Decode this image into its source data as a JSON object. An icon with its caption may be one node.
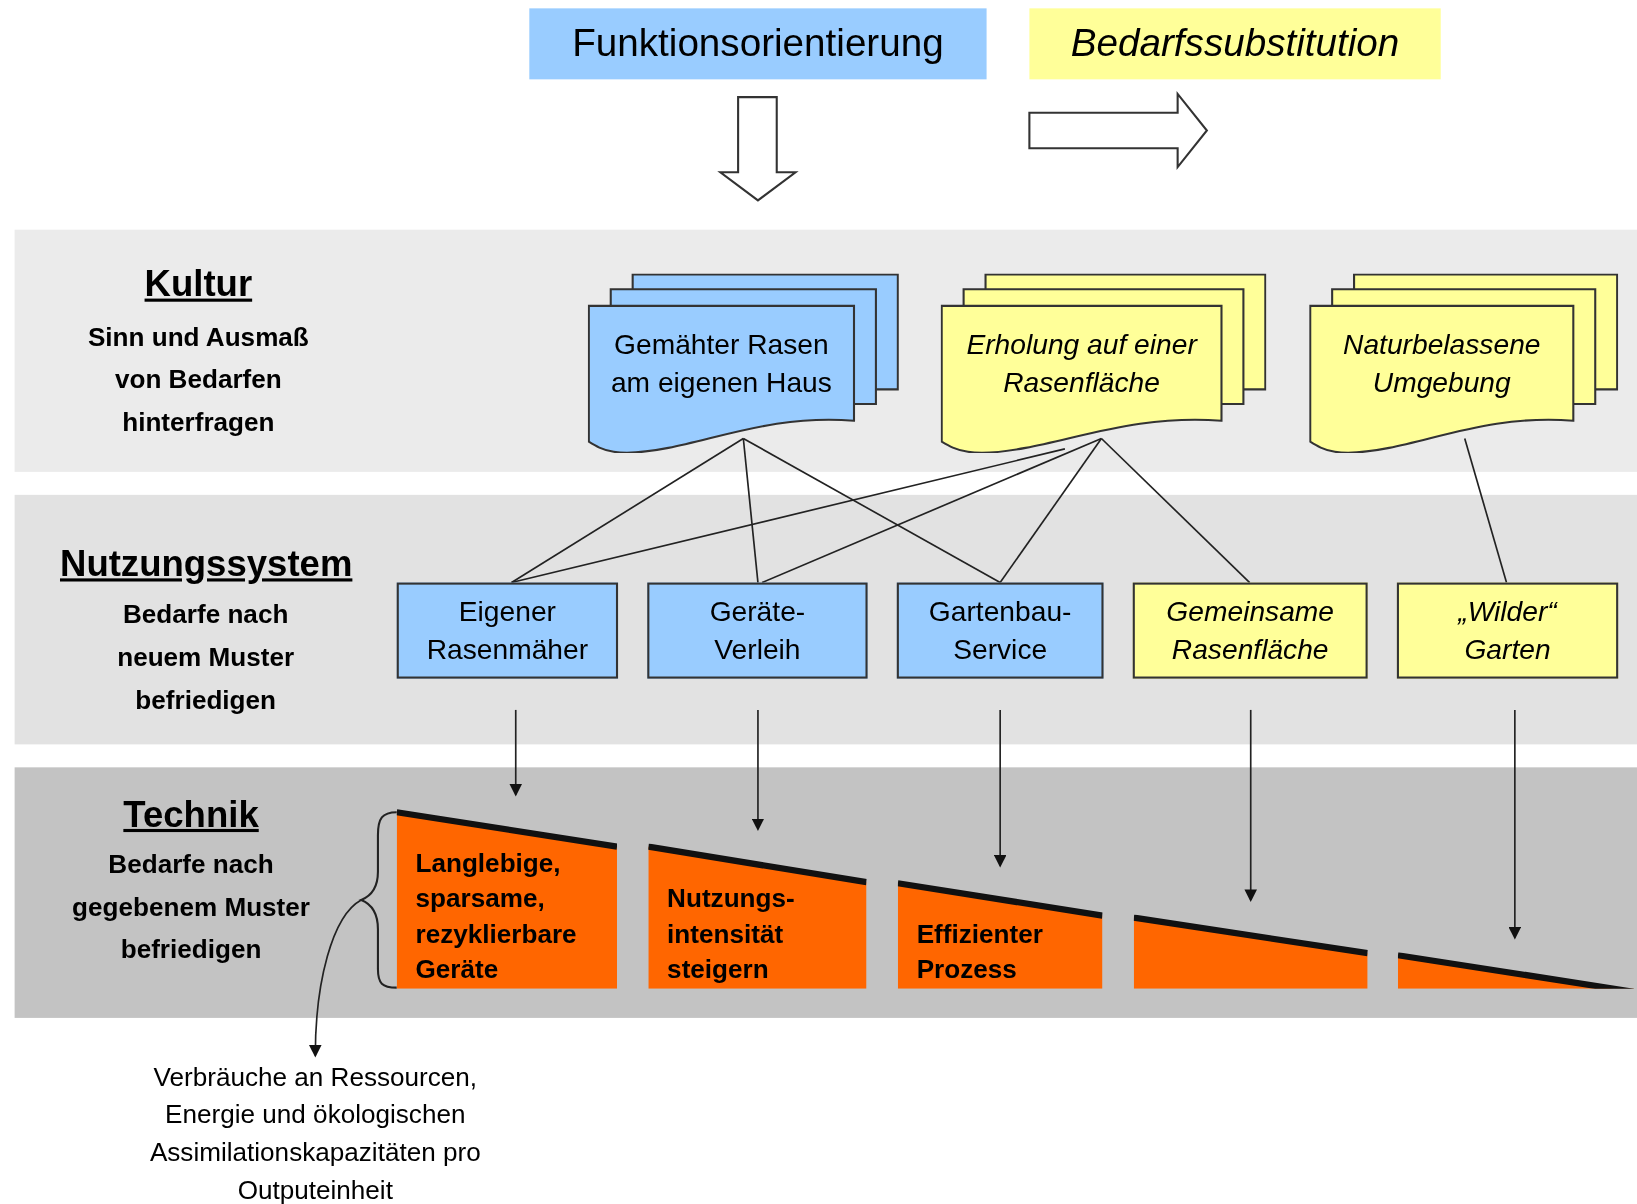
{
  "diagram": {
    "nodes": [
      {
        "text": [
          "Funktionsorientierung"
        ]
      },
      {
        "text": [
          "Bedarfssubstitution"
        ]
      },
      {
        "text": [
          "Kultur",
          "Sinn und Ausmaß von Bedarfen hinterfragen"
        ]
      },
      {
        "text": [
          "Gemähter Rasen am eigenen Haus"
        ],
        "in": 2
      },
      {
        "text": [
          "Erholung auf einer Rasenfläche"
        ],
        "in": 2
      },
      {
        "text": [
          "Naturbelassene Umgebung"
        ],
        "in": 2
      },
      {
        "text": [
          "Nutzungssystem",
          "Bedarfe nach neuem Muster befriedigen"
        ]
      },
      {
        "text": [
          "Eigener Rasenmäher"
        ],
        "in": 6
      },
      {
        "text": [
          "Geräte-Verleih"
        ],
        "in": 6
      },
      {
        "text": [
          "Gartenbau-Service"
        ],
        "in": 6
      },
      {
        "text": [
          "Gemeinsame Rasenfläche"
        ],
        "in": 6
      },
      {
        "text": [
          "„Wilder“ Garten"
        ],
        "in": 6
      },
      {
        "text": [
          "Technik",
          "Bedarfe nach gegebenem Muster befriedigen"
        ]
      },
      {
        "text": [
          "Langlebige, sparsame, rezyklierbare Geräte"
        ],
        "in": 12
      },
      {
        "text": [
          "Nutzungs-intensität steigern"
        ],
        "in": 12
      },
      {
        "text": [
          "Effizienter Prozess"
        ],
        "in": 12
      },
      {
        "text": [],
        "shape": "bar",
        "in": 12
      },
      {
        "text": [],
        "shape": "bar",
        "in": 12
      },
      {
        "text": [
          "Verbräuche an Ressourcen, Energie und ökologischen Assimilationskapazitäten pro Outputeinheit"
        ]
      }
    ],
    "edges": [
      {
        "from": 3,
        "to": 7,
        "arrow": "none"
      },
      {
        "from": 3,
        "to": 8,
        "arrow": "none"
      },
      {
        "from": 3,
        "to": 9,
        "arrow": "none"
      },
      {
        "from": 4,
        "to": 7,
        "arrow": "none"
      },
      {
        "from": 4,
        "to": 8,
        "arrow": "none"
      },
      {
        "from": 4,
        "to": 9,
        "arrow": "none"
      },
      {
        "from": 4,
        "to": 10,
        "arrow": "none"
      },
      {
        "from": 5,
        "to": 11,
        "arrow": "none"
      },
      {
        "from": 7,
        "to": 13,
        "arrow": "to"
      },
      {
        "from": 8,
        "to": 14,
        "arrow": "to"
      },
      {
        "from": 9,
        "to": 15,
        "arrow": "to"
      },
      {
        "from": 10,
        "to": 16,
        "arrow": "to"
      },
      {
        "from": 11,
        "to": 17,
        "arrow": "to"
      },
      {
        "from": 13,
        "to": 18,
        "arrow": "to"
      }
    ]
  }
}
